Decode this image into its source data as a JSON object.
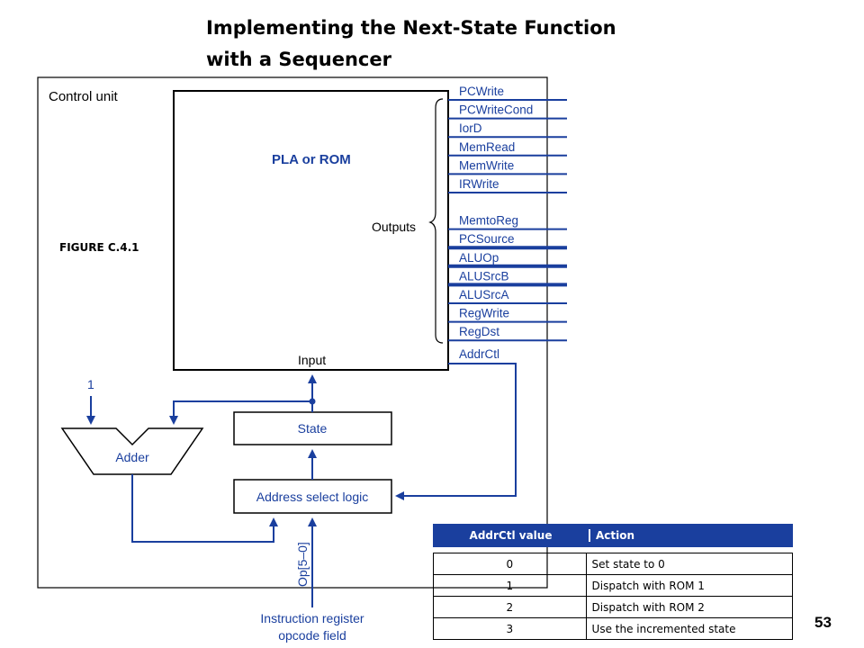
{
  "title": {
    "line1": "Implementing the Next-State Function",
    "line2": "with a Sequencer"
  },
  "diagram": {
    "control_unit_label": "Control unit",
    "pla_label": "PLA or ROM",
    "outputs_label": "Outputs",
    "input_label": "Input",
    "outputs": [
      "PCWrite",
      "PCWriteCond",
      "IorD",
      "MemRead",
      "MemWrite",
      "IRWrite",
      "MemtoReg",
      "PCSource",
      "ALUOp",
      "ALUSrcB",
      "ALUSrcA",
      "RegWrite",
      "RegDst",
      "AddrCtl"
    ],
    "state_label": "State",
    "adder_label": "Adder",
    "address_select_label": "Address select logic",
    "constant_one": "1",
    "op_label": "Op[5–0]",
    "ir_label_line1": "Instruction register",
    "ir_label_line2": "opcode field",
    "figure_label": "FIGURE C.4.1"
  },
  "table": {
    "headers": [
      "AddrCtl value",
      "Action"
    ],
    "rows": [
      [
        "0",
        "Set state to 0"
      ],
      [
        "1",
        "Dispatch with ROM 1"
      ],
      [
        "2",
        "Dispatch with ROM 2"
      ],
      [
        "3",
        "Use the incremented state"
      ]
    ]
  },
  "page_number": "53",
  "colors": {
    "accent": "#1a3f9e"
  }
}
